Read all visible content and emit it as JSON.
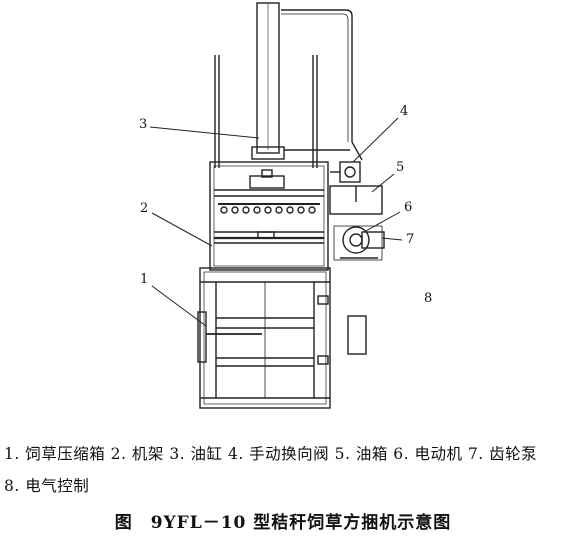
{
  "diagram": {
    "callouts": [
      "1",
      "2",
      "3",
      "4",
      "5",
      "6",
      "7",
      "8"
    ]
  },
  "legend": {
    "items": [
      "1. 饲草压缩箱",
      "2. 机架",
      "3. 油缸",
      "4. 手动换向阀",
      "5. 油箱",
      "6. 电动机",
      "7. 齿轮泵",
      "8. 电气控制"
    ]
  },
  "caption": {
    "figure_word": "图",
    "title": "9YFL－10 型秸秆饲草方捆机示意图"
  }
}
